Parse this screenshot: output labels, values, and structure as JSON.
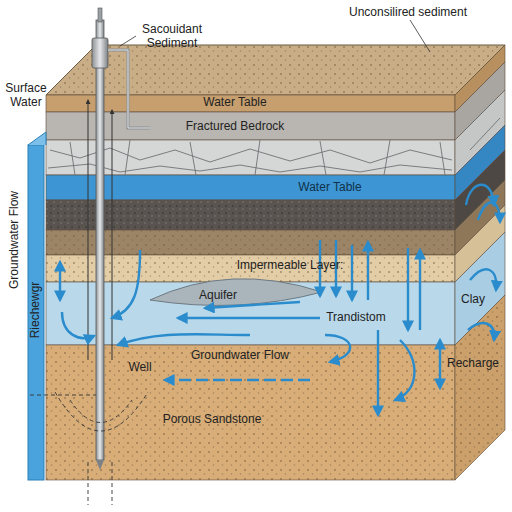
{
  "diagram": {
    "labels": [
      "Sacouidant Sediment",
      "Unconsilired sediment",
      "Surface Water",
      "Water Table",
      "Fractured Bedrock",
      "Water Table",
      "Groundwater Flow",
      "Riechewgr",
      "Impermeable Layer:",
      "Aquifer",
      "Trandistom",
      "Clay",
      "Recharge",
      "Groundwater Flow",
      "Well",
      "Porous Sandstone"
    ]
  }
}
